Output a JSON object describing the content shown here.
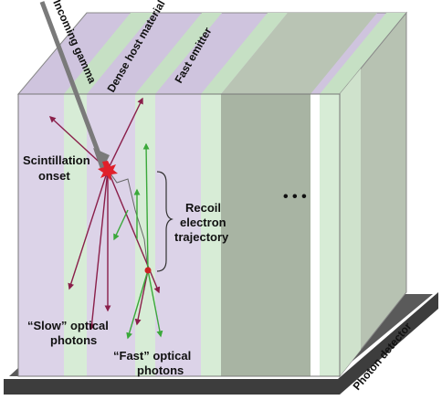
{
  "labels": {
    "incoming_gamma": "Incoming gamma",
    "dense_host": "Dense host material",
    "fast_emitter": "Fast emitter",
    "scintillation_line1": "Scintillation",
    "scintillation_line2": "onset",
    "recoil_line1": "Recoil",
    "recoil_line2": "electron",
    "recoil_line3": "trajectory",
    "slow_line1": "“Slow” optical",
    "slow_line2": "photons",
    "fast_line1": "“Fast” optical",
    "fast_line2": "photons",
    "photon_detector": "Photon detector",
    "ellipsis": "• • •"
  },
  "colors": {
    "host": "#dcd3e8",
    "host_top": "#cfc4de",
    "emitter": "#d7ecd6",
    "emitter_top": "#c6e0c4",
    "grey_slab": "#a8b4a3",
    "grey_top": "#b9c4b4",
    "floor": "#555555",
    "gamma_arrow": "#7a7a7a",
    "slow_photon": "#8a1f4a",
    "fast_photon": "#3aa83a",
    "flash": "#e0202a"
  }
}
